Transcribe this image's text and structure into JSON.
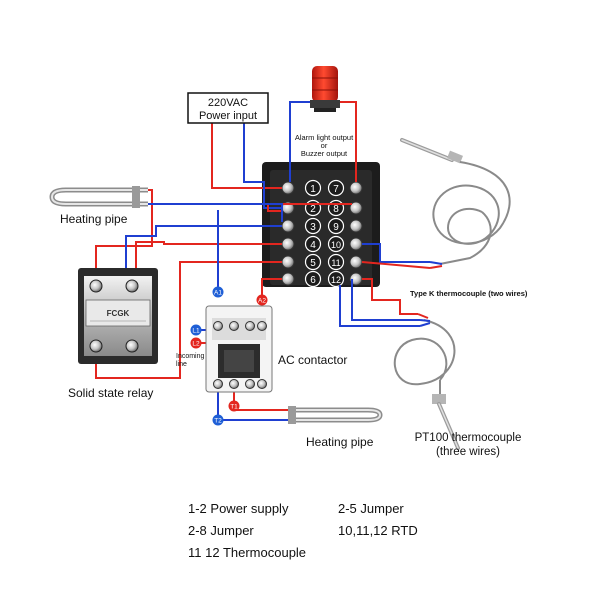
{
  "labels": {
    "power_input_line1": "220VAC",
    "power_input_line2": "Power input",
    "alarm_line1": "Alarm light output",
    "alarm_line2": "or",
    "alarm_line3": "Buzzer output",
    "heating_pipe_top": "Heating pipe",
    "heating_pipe_bottom": "Heating pipe",
    "ssr": "Solid state relay",
    "ssr_brand": "FCGK",
    "incoming_line1": "Incoming",
    "incoming_line2": "line",
    "contactor": "AC contactor",
    "type_k": "Type K thermocouple (two wires)",
    "pt100_line1": "PT100 thermocouple",
    "pt100_line2": "(three wires)"
  },
  "terminals": {
    "left": [
      "1",
      "2",
      "3",
      "4",
      "5",
      "6"
    ],
    "right": [
      "7",
      "8",
      "9",
      "10",
      "11",
      "12"
    ]
  },
  "contactor_tags": {
    "a1": "A1",
    "a2": "A2",
    "l1": "L1",
    "l2": "L2",
    "t1": "T1",
    "t2": "T2"
  },
  "notes": {
    "row1_col1": "1-2 Power supply",
    "row1_col2": "2-5 Jumper",
    "row2_col1": "2-8 Jumper",
    "row2_col2": "10,11,12 RTD",
    "row3_col1": "11 12 Thermocouple"
  },
  "colors": {
    "red_wire": "#e3261f",
    "blue_wire": "#1f3fd1",
    "tag_blue": "#1f5fd6",
    "tag_red": "#e3261f",
    "beacon": "#e8261a"
  }
}
